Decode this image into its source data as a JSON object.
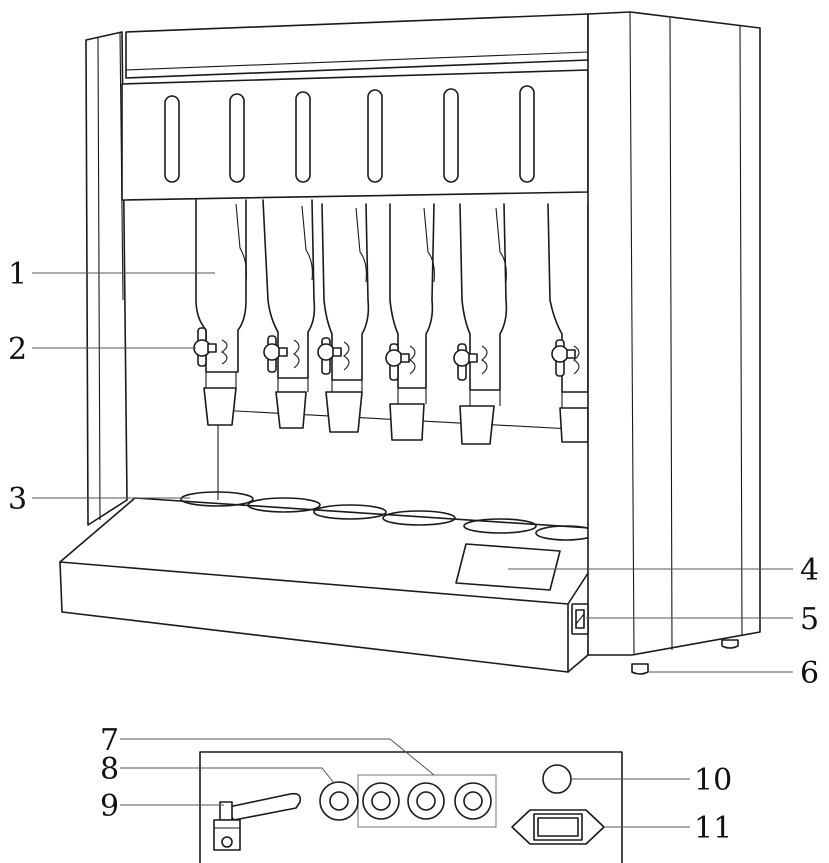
{
  "callouts": {
    "n1": "1",
    "n2": "2",
    "n3": "3",
    "n4": "4",
    "n5": "5",
    "n6": "6",
    "n7": "7",
    "n8": "8",
    "n9": "9",
    "n10": "10",
    "n11": "11"
  },
  "colors": {
    "line": "#1a1a1a",
    "background": "#ffffff"
  }
}
